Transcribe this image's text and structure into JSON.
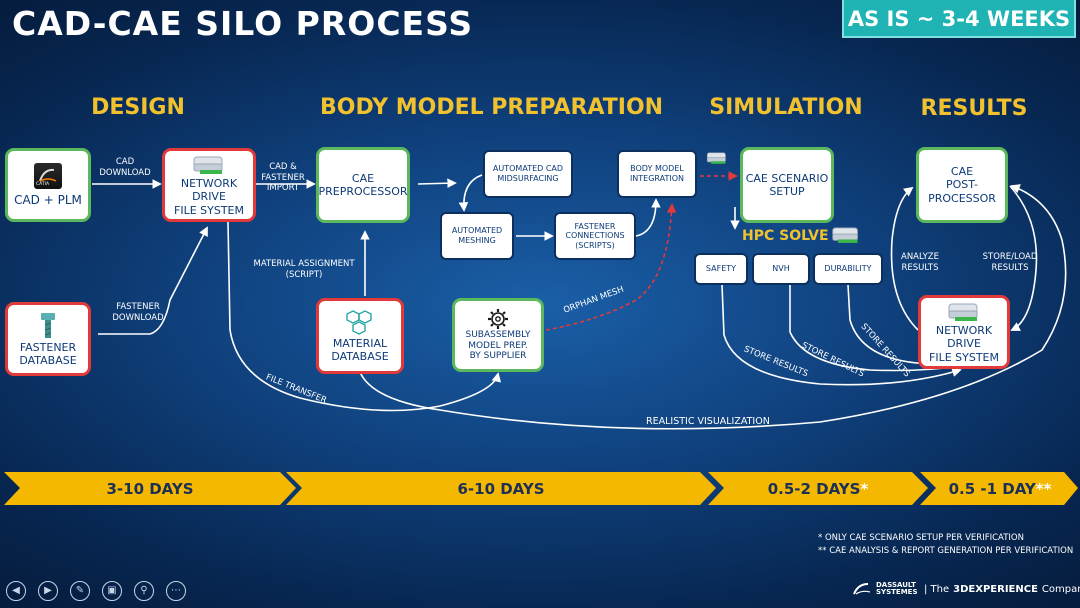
{
  "title": "CAD-CAE SILO PROCESS",
  "badge": "AS IS ~ 3-4 WEEKS",
  "phases": {
    "design": "DESIGN",
    "body": "BODY MODEL PREPARATION",
    "simulation": "SIMULATION",
    "results": "RESULTS"
  },
  "boxes": {
    "cad_plm": "CAD + PLM",
    "catia_label": "CATIA",
    "network_drive_1": [
      "NETWORK DRIVE",
      "FILE SYSTEM"
    ],
    "fastener_db": [
      "FASTENER",
      "DATABASE"
    ],
    "cae_pre": [
      "CAE",
      "PREPROCESSOR"
    ],
    "auto_midsurf": [
      "AUTOMATED CAD",
      "MIDSURFACING"
    ],
    "auto_mesh": [
      "AUTOMATED",
      "MESHING"
    ],
    "fastener_conn": [
      "FASTENER",
      "CONNECTIONS",
      "(SCRIPTS)"
    ],
    "body_integration": [
      "BODY MODEL",
      "INTEGRATION"
    ],
    "material_db": [
      "MATERIAL",
      "DATABASE"
    ],
    "subassembly": [
      "SUBASSEMBLY",
      "MODEL PREP.",
      "BY SUPPLIER"
    ],
    "cae_scenario": [
      "CAE SCENARIO",
      "SETUP"
    ],
    "safety": "SAFETY",
    "nvh": "NVH",
    "durability": "DURABILITY",
    "cae_post": [
      "CAE",
      "POST-",
      "PROCESSOR"
    ],
    "network_drive_2": [
      "NETWORK DRIVE",
      "FILE SYSTEM"
    ]
  },
  "labels": {
    "cad_download": [
      "CAD",
      "DOWNLOAD"
    ],
    "cad_fastener_import": [
      "CAD &",
      "FASTENER",
      "IMPORT"
    ],
    "fastener_download": [
      "FASTENER",
      "DOWNLOAD"
    ],
    "material_assignment": [
      "MATERIAL ASSIGNMENT",
      "(SCRIPT)"
    ],
    "orphan_mesh": "ORPHAN MESH",
    "hpc_solve": "HPC SOLVE",
    "analyze_results": [
      "ANALYZE",
      "RESULTS"
    ],
    "store_load_results": [
      "STORE/LOAD",
      "RESULTS"
    ],
    "file_transfer": "FILE TRANSFER",
    "store_results_1": "STORE RESULTS",
    "store_results_2": "STORE RESULTS",
    "store_results_3": "STORE RESULTS",
    "realistic_visualization": "REALISTIC VISUALIZATION"
  },
  "timeline": [
    {
      "text": "3-10 DAYS",
      "mark": ""
    },
    {
      "text": "6-10 DAYS",
      "mark": ""
    },
    {
      "text": "0.5-2 DAYS",
      "mark": "*"
    },
    {
      "text": "0.5 -1 DAY",
      "mark": "**"
    }
  ],
  "notes": [
    "*  ONLY CAE SCENARIO SETUP PER VERIFICATION",
    "** CAE ANALYSIS & REPORT GENERATION PER VERIFICATION"
  ],
  "brand": {
    "company": "DASSAULT SYSTEMES",
    "prefix": "| The",
    "strong": "3DEXPERIENCE",
    "suffix": "Company"
  },
  "nav_icons": [
    "previous-icon",
    "next-icon",
    "pen-icon",
    "slides-icon",
    "zoom-icon",
    "more-icon"
  ],
  "colors": {
    "background": "#0f3f7a",
    "title": "#ffffff",
    "phase": "#f2c12e",
    "badge": "#1fb3b3",
    "green_border": "#5cb85c",
    "red_border": "#e2393a",
    "timeline": "#f5b800",
    "dashed_arrow": "#e2393a"
  }
}
